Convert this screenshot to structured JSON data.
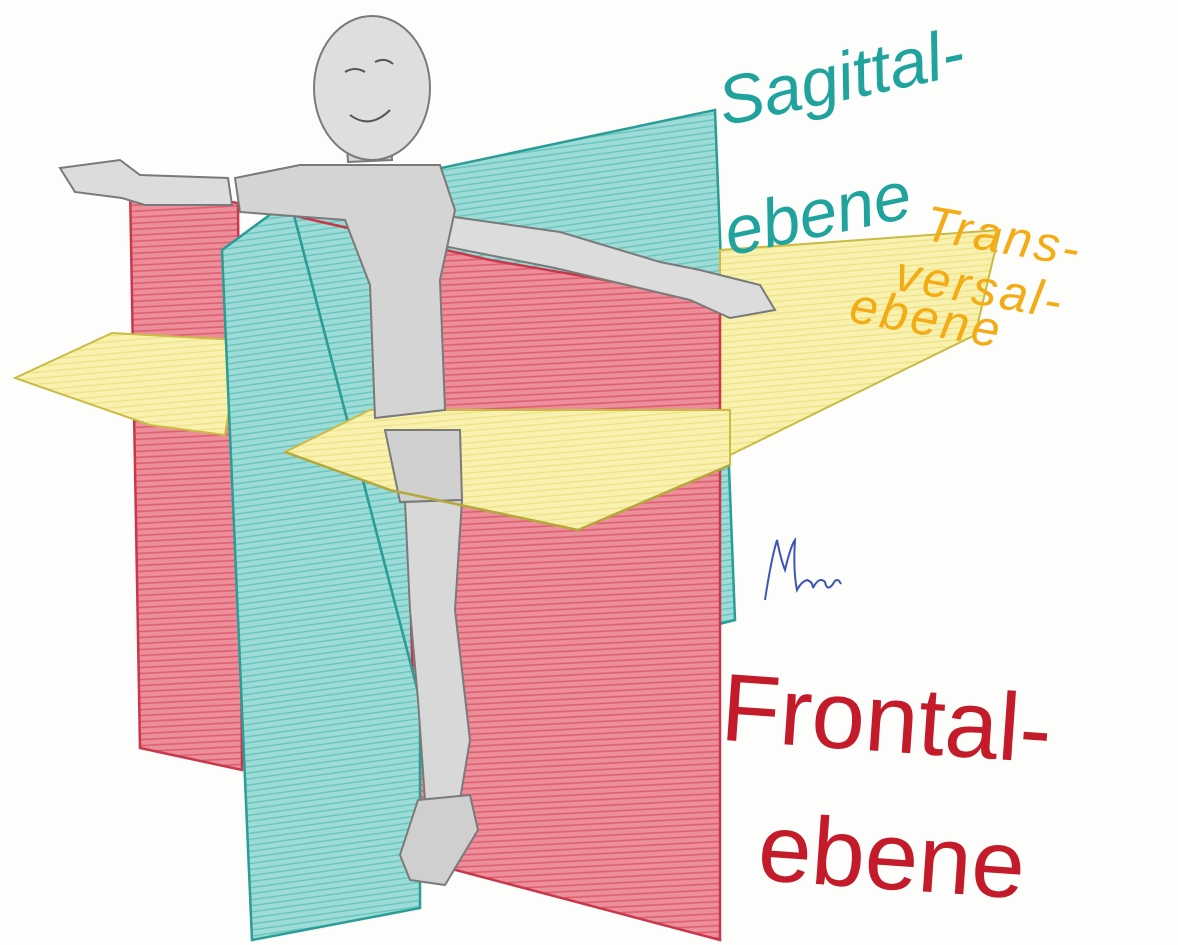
{
  "labels": {
    "sagittal": [
      "Sagittal-",
      "ebene"
    ],
    "transversal": [
      "Trans-",
      "versal-",
      "ebene"
    ],
    "frontal": [
      "Frontal-",
      "ebene"
    ]
  },
  "signature": "Meule",
  "colors": {
    "frontal_plane": "#e56a7d",
    "sagittal_plane": "#6ccbc6",
    "transversal_plane": "#f5ec8c",
    "figure": "#c9c9c9",
    "sagittal_text": "#1fa39c",
    "transversal_text": "#f4ab14",
    "frontal_text": "#c31b2a",
    "signature": "#3d55b8"
  }
}
